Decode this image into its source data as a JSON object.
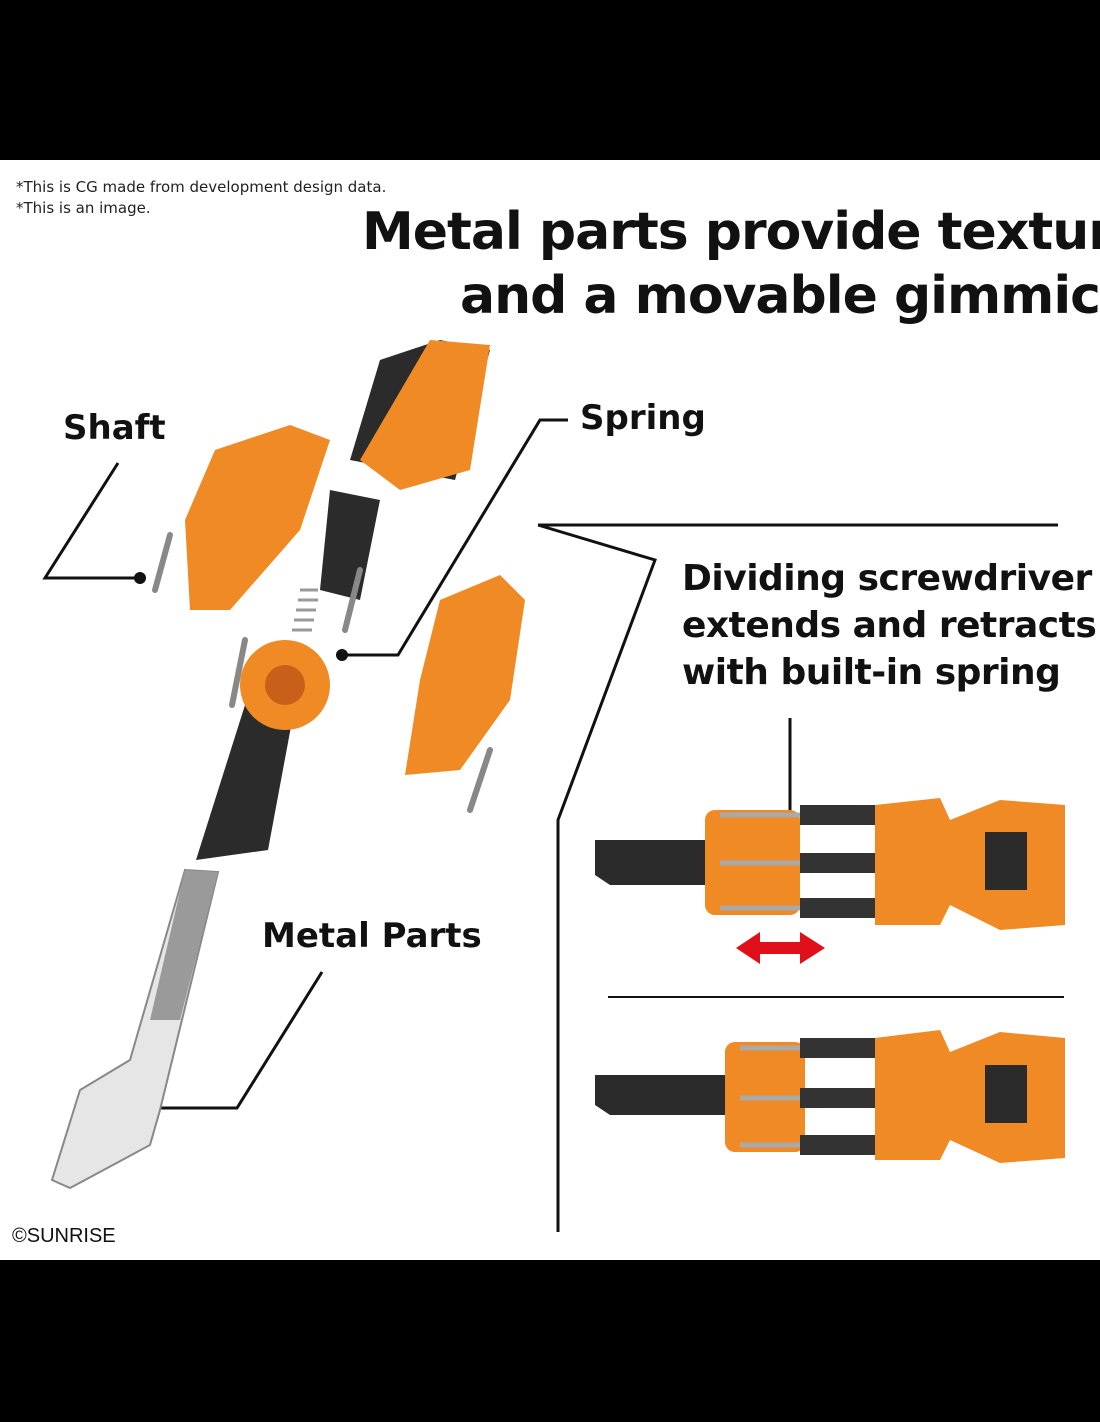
{
  "notes": [
    "*This is CG made from development design data.",
    "*This is an image."
  ],
  "headline": [
    "Metal parts provide texture",
    "and a movable gimmick"
  ],
  "labels": {
    "shaft": "Shaft",
    "spring": "Spring",
    "metal_parts": "Metal Parts"
  },
  "description": [
    "Dividing screwdriver",
    "extends and retracts",
    "with built-in spring"
  ],
  "copyright": "©SUNRISE",
  "colors": {
    "orange": "#f08a24",
    "dark": "#2b2b2b",
    "arrow": "#e0101a"
  }
}
